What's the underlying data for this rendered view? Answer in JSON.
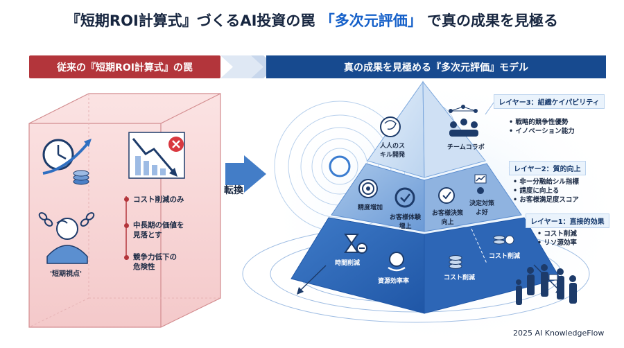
{
  "title": {
    "part1": "『短期ROI計算式』づくるAI投資の罠",
    "part2": "「多次元評価」",
    "part3": "で真の成果を見極る"
  },
  "banners": {
    "left": "従来の『短期ROI計算式』の罠",
    "right": "真の成果を見極める『多次元評価』モデル"
  },
  "left_panel": {
    "icon_label": "'短期視点'",
    "items": [
      "コスト削減のみ",
      "中長期の価値を\n見落とす",
      "競争力低下の\n危険性"
    ]
  },
  "convert_label": "転換",
  "pyramid": {
    "top_labels": [
      "人人のス\nキル開発",
      "チームコラボ"
    ],
    "middle_labels": [
      "精度増加",
      "お客様体験\n増上",
      "お客様決策\n向上",
      "決定対策\nよ好"
    ],
    "bottom_labels": [
      "時間削減",
      "資源効率率",
      "コスト削減",
      "コスト削減"
    ]
  },
  "layers": [
    {
      "title": "レイヤー3：組織ケイパビリティ",
      "bullets": [
        "戦略的競争性優勢",
        "イノベーション能力"
      ]
    },
    {
      "title": "レイヤー2：質的向上",
      "bullets": [
        "非ー分融給シル指標",
        "請度に向上る",
        "お客様満足度スコア"
      ]
    },
    {
      "title": "レイヤー1：直接的効果",
      "bullets": [
        "コスト削減",
        "リソ源効率"
      ]
    }
  ],
  "footer": "2025 AI KnowledgeFlow",
  "colors": {
    "red": "#b3353b",
    "navy": "#174a8f",
    "blue": "#1560c9"
  }
}
